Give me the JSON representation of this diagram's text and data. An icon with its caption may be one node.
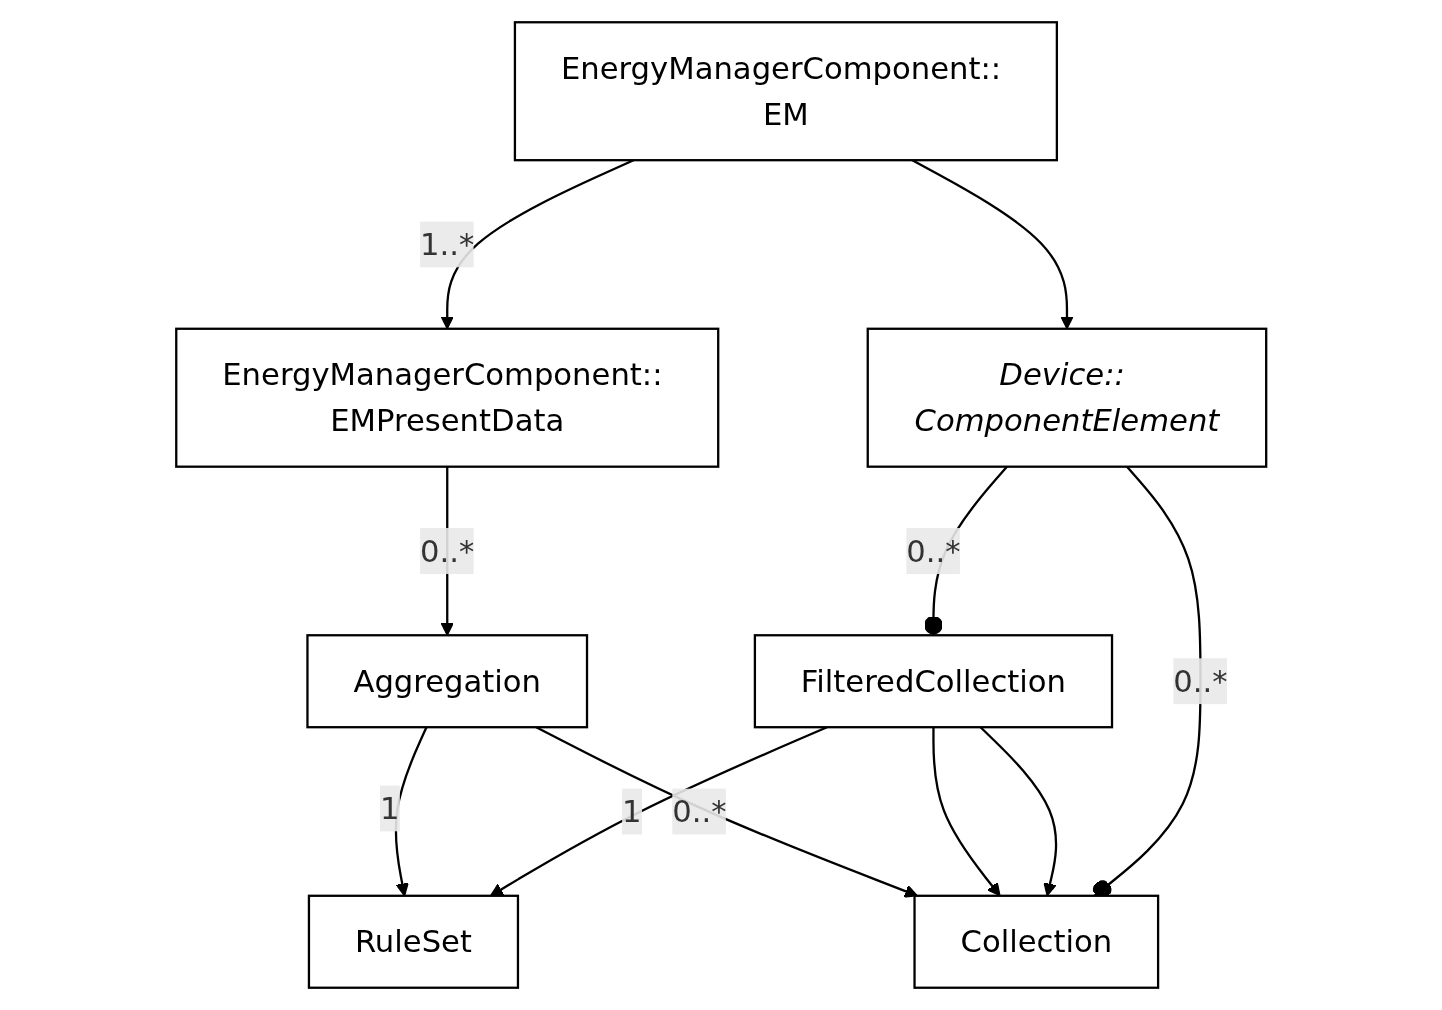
{
  "diagram": {
    "nodes": [
      {
        "text": [
          "RuleSet"
        ]
      },
      {
        "text": [
          "Aggregation"
        ]
      },
      {
        "text": [
          "FilteredCollection"
        ]
      },
      {
        "text": [
          "Collection"
        ]
      },
      {
        "text": [
          "Device:: ComponentElement"
        ]
      },
      {
        "text": [
          "EnergyManagerComponent:: EMPresentData"
        ]
      },
      {
        "text": [
          "EnergyManagerComponent:: EM"
        ]
      }
    ],
    "edges": [
      {
        "from": 1,
        "to": 0,
        "arrow": "to",
        "label": "1"
      },
      {
        "from": 2,
        "to": 0,
        "arrow": "to",
        "label": "1"
      },
      {
        "from": 1,
        "to": 3,
        "arrow": "to",
        "label": "0..*"
      },
      {
        "from": 2,
        "to": 3,
        "arrow": "to"
      },
      {
        "from": 2,
        "to": 3,
        "arrow": "to"
      },
      {
        "from": 4,
        "to": 2,
        "arrow": "other",
        "label": "0..*"
      },
      {
        "from": 4,
        "to": 3,
        "arrow": "other",
        "label": "0..*"
      },
      {
        "from": 5,
        "to": 1,
        "arrow": "to",
        "label": "0..*"
      },
      {
        "from": 6,
        "to": 4,
        "arrow": "to"
      },
      {
        "from": 6,
        "to": 5,
        "arrow": "to",
        "label": "1..*"
      }
    ]
  }
}
